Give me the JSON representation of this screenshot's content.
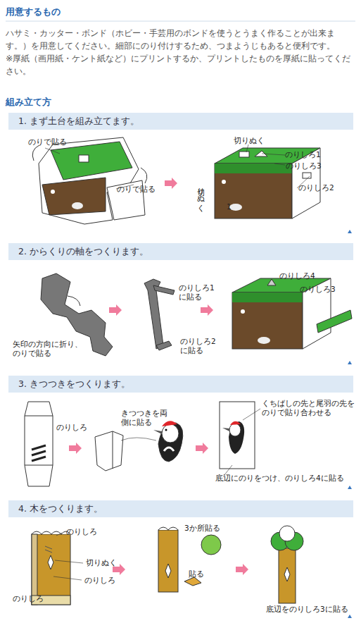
{
  "diagram": {
    "title": "用意するもの",
    "nodes": [
      {
        "text": [
          "1. まず土台を組み立てます。"
        ]
      },
      {
        "text": [
          "2. からくりの軸をつくります。"
        ]
      },
      {
        "text": [
          "3. きつつきをつくります。"
        ]
      },
      {
        "text": [
          "4. 木をつくります。"
        ]
      }
    ],
    "labels": [
      "ハサミ・カッター・ボンド（ホビー・手芸用のボンドを使うとうまく作ることが出来ます。）を用意してください。細部にのり付けするため、つまようじもあると便利です。",
      "※厚紙（画用紙・ケント紙など）にプリントするか、プリントしたものを厚紙に貼ってください。",
      "組み立て方",
      "のりで貼る",
      "のりで貼る",
      "切りぬく",
      "のりしろ1",
      "のりしろ3",
      "のりしろ2",
      "切りぬく",
      "1",
      "のりしろ1に貼る",
      "のりしろ2に貼る",
      "矢印の方向に折り、のりで貼る",
      "のりしろ4",
      "のりしろ3",
      "のりしろ",
      "きつつきを両側に貼る",
      "くちばしの先と尾羽の先をのりで貼り合わせる",
      "底辺にのりをつけ、のりしろ4に貼る",
      "のりしろ",
      "切りぬく",
      "のりしろ",
      "のりしろ",
      "3か所貼る",
      "貼る",
      "底辺をのりしろ3に貼る"
    ]
  }
}
